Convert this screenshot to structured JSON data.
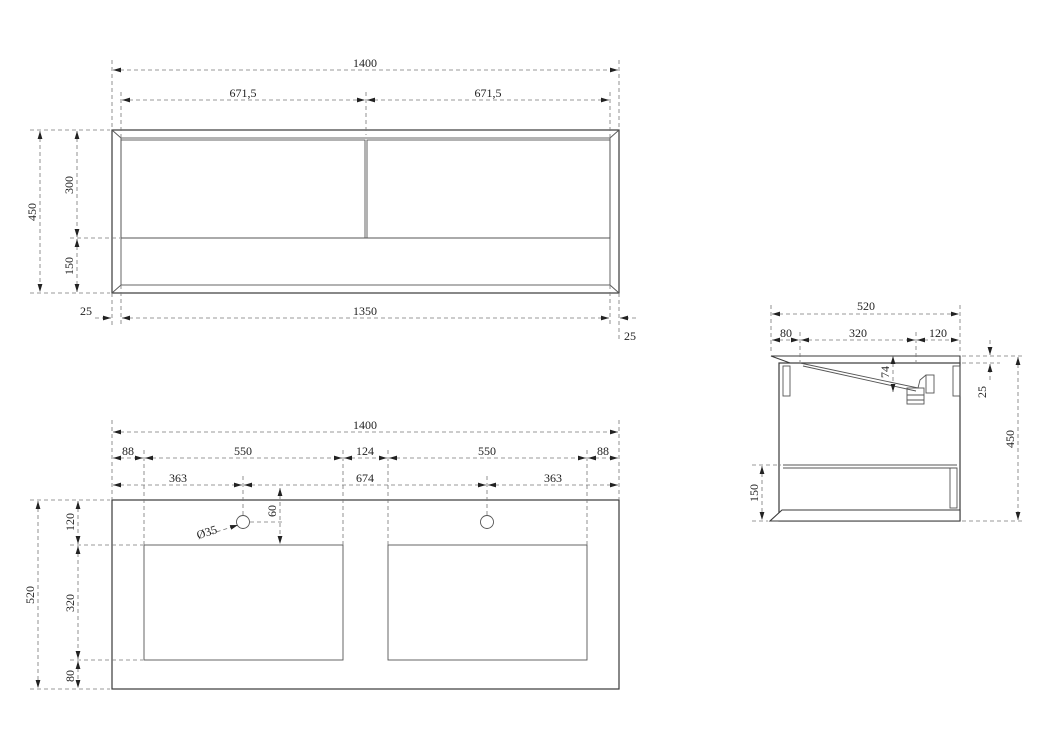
{
  "front_view": {
    "total_width": "1400",
    "half_left": "671,5",
    "half_right": "671,5",
    "total_height": "450",
    "drawer_height": "300",
    "shelf_height": "150",
    "inner_width": "1350",
    "side_left": "25",
    "side_right": "25"
  },
  "top_view": {
    "total_width": "1400",
    "edge_left": "88",
    "basin_left": "550",
    "gap_middle": "124",
    "basin_right": "550",
    "edge_right": "88",
    "tap_left_offset": "363",
    "tap_spacing": "674",
    "tap_right_offset": "363",
    "depth": "520",
    "back_edge": "120",
    "basin_depth": "320",
    "front_edge": "80",
    "tap_hole_diameter": "Ø35",
    "tap_hole_offset": "60"
  },
  "side_view": {
    "total_depth": "520",
    "front_part": "80",
    "middle_part": "320",
    "back_part": "120",
    "top_thickness": "25",
    "total_height": "450",
    "shelf_height": "150",
    "basin_inner": "74"
  }
}
